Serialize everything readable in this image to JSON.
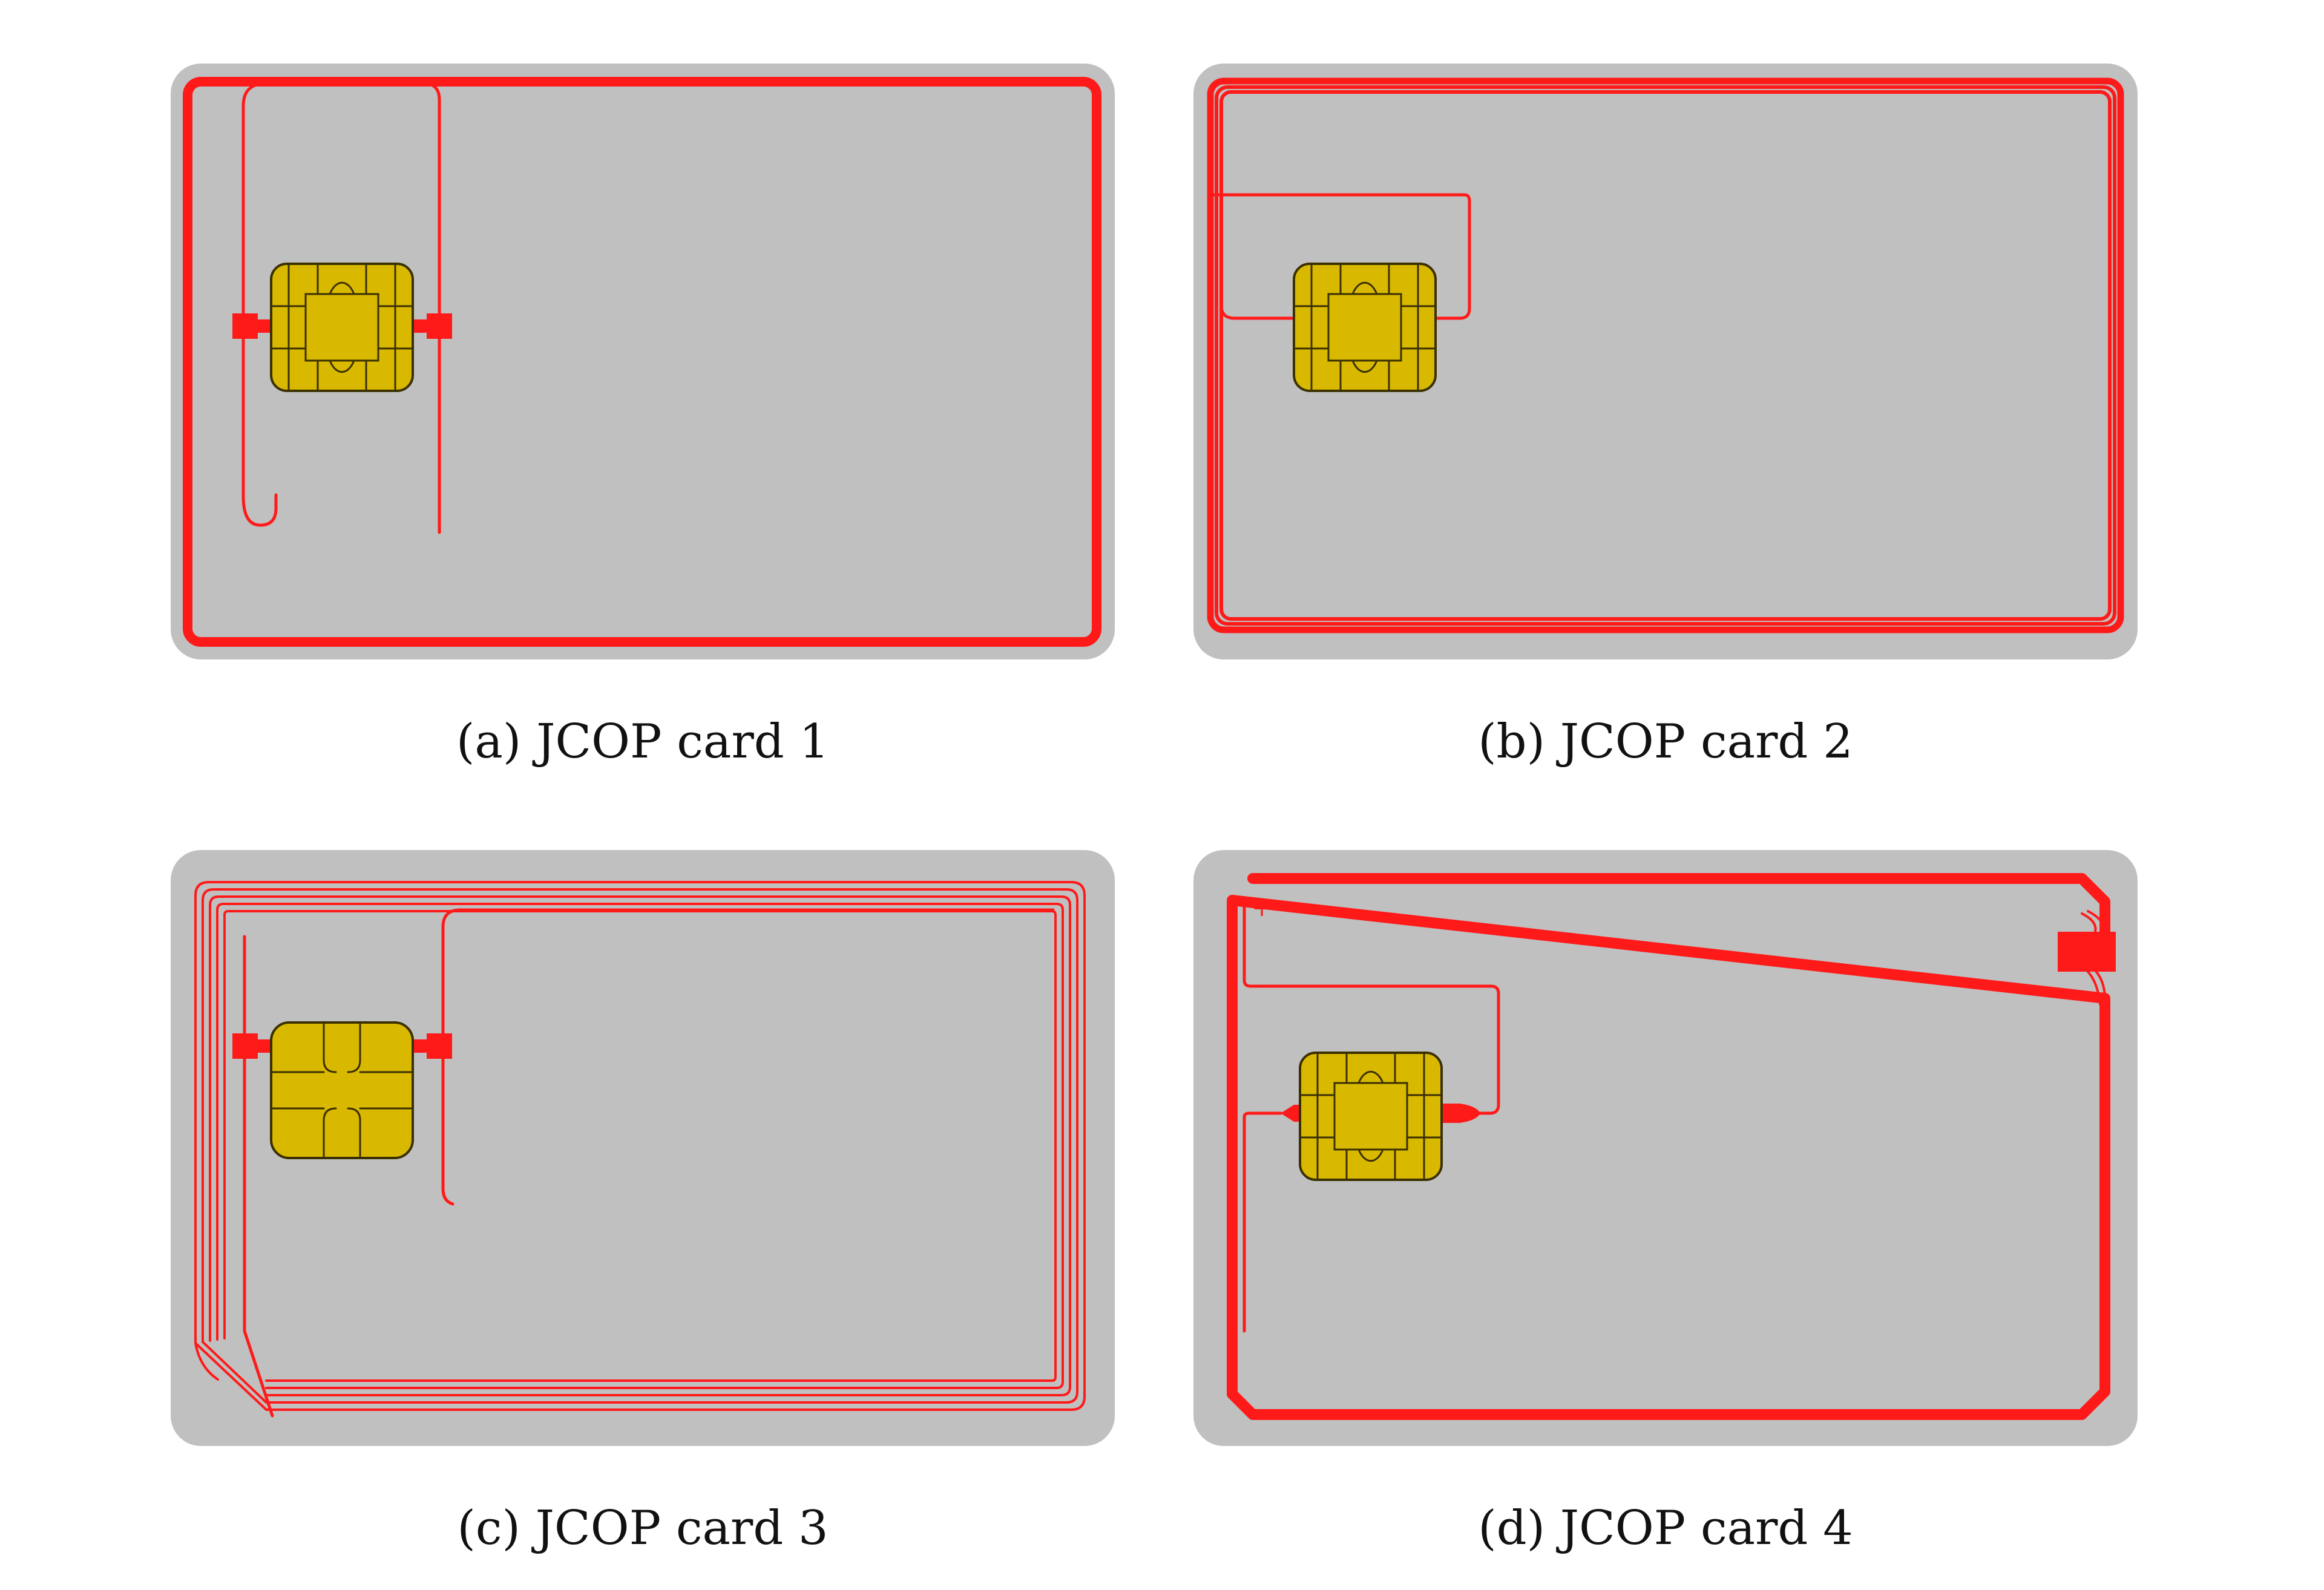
{
  "colors": {
    "card": "#c0c0c0",
    "antenna": "#ff1a1a",
    "chip_fill": "#d9b800",
    "chip_line": "#3a3000",
    "background": "#ffffff"
  },
  "panels": [
    {
      "id": "a",
      "caption": "(a) JCOP card 1"
    },
    {
      "id": "b",
      "caption": "(b) JCOP card 2"
    },
    {
      "id": "c",
      "caption": "(c) JCOP card 3"
    },
    {
      "id": "d",
      "caption": "(d) JCOP card 4"
    }
  ]
}
